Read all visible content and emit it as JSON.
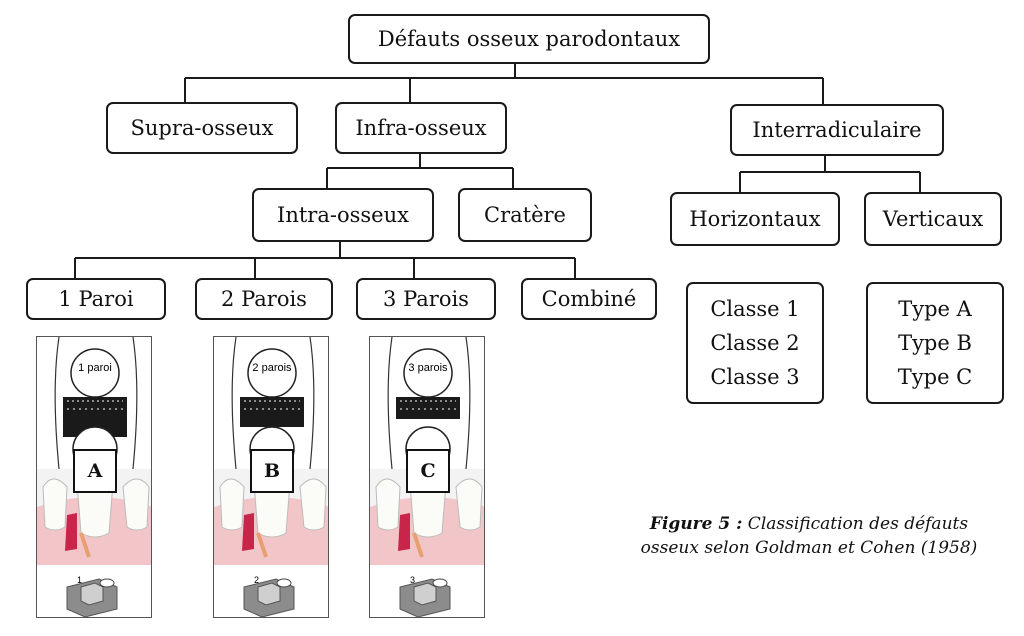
{
  "nodes": {
    "root": "Défauts osseux parodontaux",
    "supra": "Supra-osseux",
    "infra": "Infra-osseux",
    "inter": "Interradiculaire",
    "intra": "Intra-osseux",
    "cratere": "Cratère",
    "horizontaux": "Horizontaux",
    "verticaux": "Verticaux",
    "paroi1": "1 Paroi",
    "parois2": "2 Parois",
    "parois3": "3 Parois",
    "combine": "Combiné"
  },
  "classes": [
    "Classe 1",
    "Classe 2",
    "Classe 3"
  ],
  "types": [
    "Type A",
    "Type B",
    "Type C"
  ],
  "illustrations": [
    {
      "letter": "A",
      "label": "1 paroi",
      "walls": "1"
    },
    {
      "letter": "B",
      "label": "2 parois",
      "walls": "2"
    },
    {
      "letter": "C",
      "label": "3 parois",
      "walls": "3"
    }
  ],
  "caption": {
    "bold": "Figure 5 :",
    "text": " Classification des défauts",
    "line2": "osseux selon Goldman et Cohen (1958)"
  }
}
